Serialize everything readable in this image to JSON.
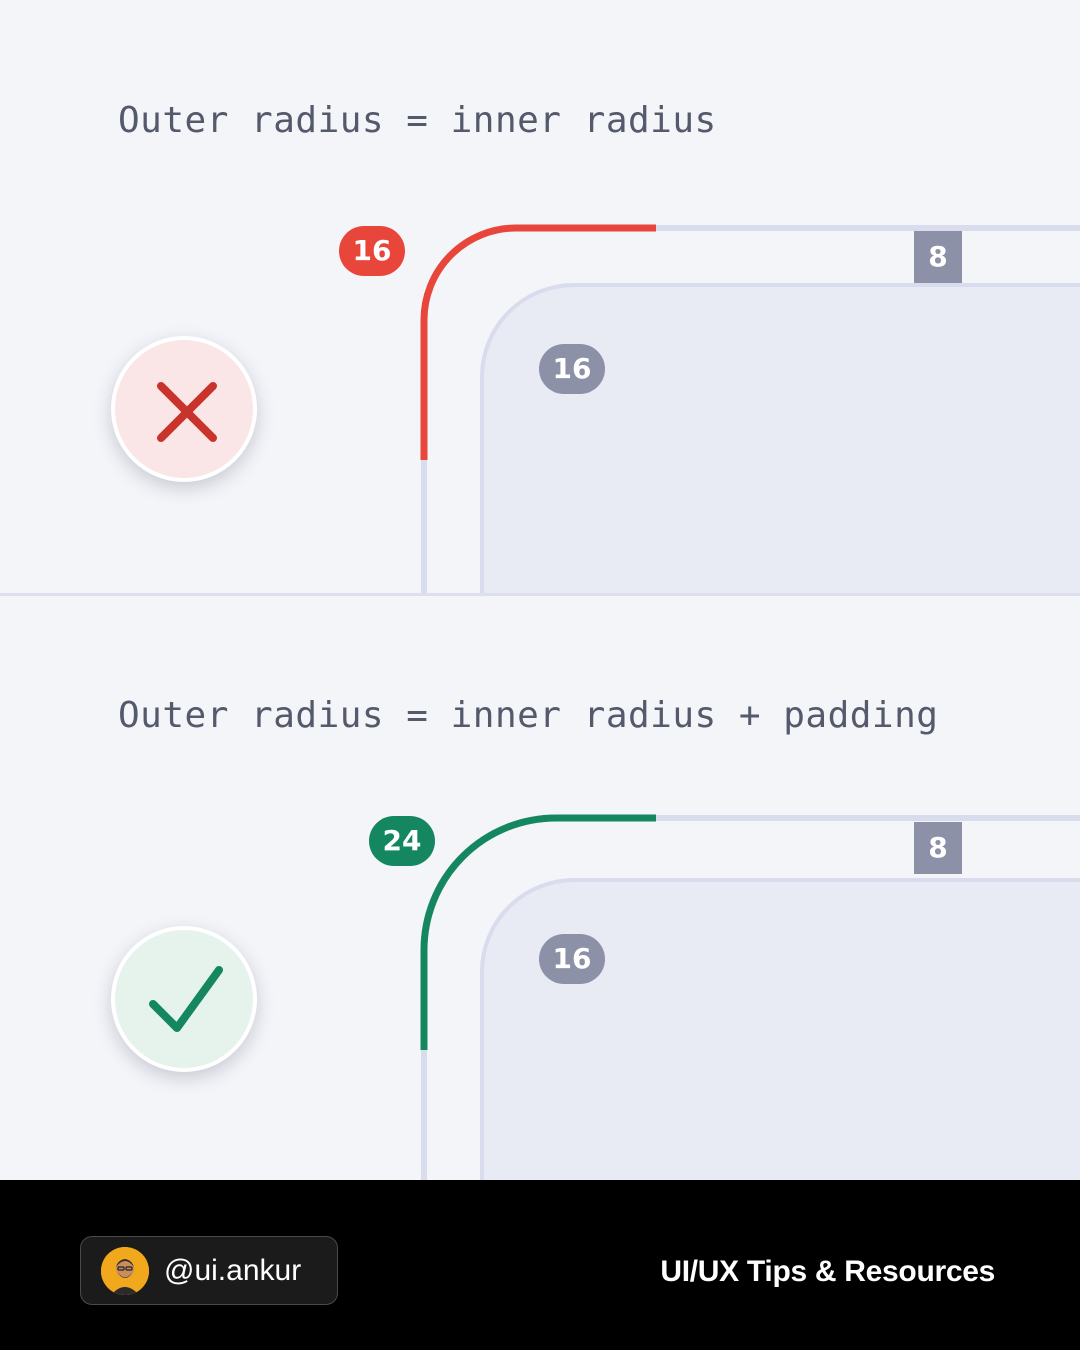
{
  "colors": {
    "background": "#f4f5f9",
    "inner_box": "#e8eaf4",
    "guide_line": "#d9dcec",
    "wrong_accent": "#e8463a",
    "right_accent": "#158760",
    "neutral_badge": "#8c91a8",
    "footer_bg": "#000000"
  },
  "examples": [
    {
      "heading": "Outer radius = inner radius",
      "outer_radius_label": "16",
      "inner_radius_label": "16",
      "padding_label": "8",
      "status": "incorrect",
      "status_icon": "cross-icon"
    },
    {
      "heading": "Outer radius = inner radius + padding",
      "outer_radius_label": "24",
      "inner_radius_label": "16",
      "padding_label": "8",
      "status": "correct",
      "status_icon": "checkmark-icon"
    }
  ],
  "footer": {
    "handle": "@ui.ankur",
    "tagline": "UI/UX Tips & Resources"
  }
}
